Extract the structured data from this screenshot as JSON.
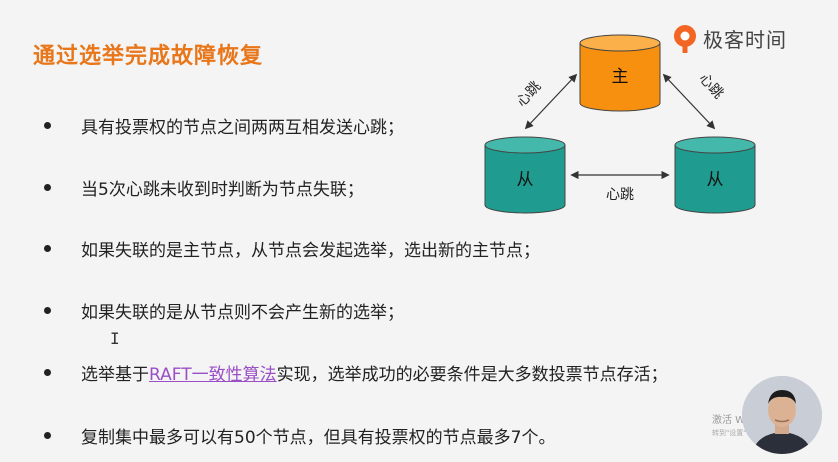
{
  "slide": {
    "title": "通过选举完成故障恢复",
    "brand": "极客时间",
    "bullets": [
      {
        "text": "具有投票权的节点之间两两互相发送心跳；"
      },
      {
        "text": "当5次心跳未收到时判断为节点失联；"
      },
      {
        "text": "如果失联的是主节点，从节点会发起选举，选出新的主节点；"
      },
      {
        "text": "如果失联的是从节点则不会产生新的选举；"
      },
      {
        "text_before": "选举基于",
        "link": "RAFT一致性算法",
        "text_after": "实现，选举成功的必要条件是大多数投票节点存活；"
      },
      {
        "text": "复制集中最多可以有50个节点，但具有投票权的节点最多7个。"
      }
    ],
    "diagram": {
      "primary": "主",
      "secondary_left": "从",
      "secondary_right": "从",
      "heartbeat_left": "心跳",
      "heartbeat_right": "心跳",
      "heartbeat_bottom": "心跳",
      "primary_color": "#f7900e",
      "secondary_color": "#1f9c8f"
    },
    "cursor_glyph": "I",
    "watermark_line1": "激活 Windows",
    "watermark_line2": "转到\"设置\"以激活"
  },
  "colors": {
    "title": "#e8761a",
    "link": "#9a4fc6",
    "brand_icon": "#f26522"
  }
}
